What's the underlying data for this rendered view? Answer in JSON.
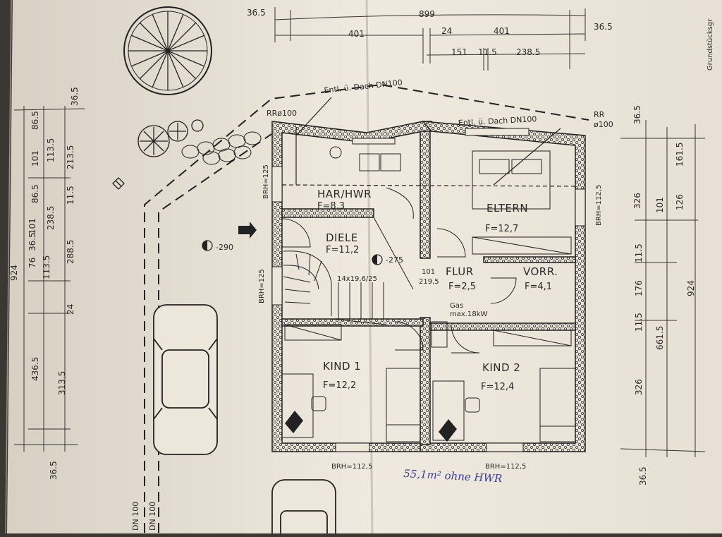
{
  "top_dims": {
    "overall_left": "36.5",
    "overall_total": "899",
    "overall_right": "36.5",
    "left_room": "401",
    "middle_wall": "24",
    "right_room": "401",
    "sub_a": "151",
    "sub_b": "11.5",
    "sub_c": "238.5"
  },
  "left_dims": {
    "total": "924",
    "t1": "36.5",
    "t2": "86.5",
    "t3": "101",
    "t4": "113.5",
    "t5": "213.5",
    "t6": "86.5",
    "t7": "101",
    "t8": "238.5",
    "t9": "11.5",
    "t10": "76",
    "t11": "36.5",
    "t12": "113.5",
    "t13": "288.5",
    "t14": "24",
    "t15": "436.5",
    "t16": "313.5",
    "t17": "36.5"
  },
  "right_dims": {
    "r1": "36.5",
    "r2": "161.5",
    "r3": "326",
    "r4": "101",
    "r5": "126",
    "r6": "11.5",
    "r7": "176",
    "r8": "11.5",
    "r9": "661.5",
    "r10": "924",
    "r11": "326",
    "r12": "36.5"
  },
  "rooms": {
    "har": {
      "name": "HAR/HWR",
      "area": "F=8,3"
    },
    "eltern": {
      "name": "ELTERN",
      "area": "F=12,7"
    },
    "diele": {
      "name": "DIELE",
      "area": "F=11,2"
    },
    "flur": {
      "name": "FLUR",
      "area": "F=2,5"
    },
    "vorr": {
      "name": "VORR.",
      "area": "F=4,1"
    },
    "kind1": {
      "name": "KIND 1",
      "area": "F=12,2"
    },
    "kind2": {
      "name": "KIND 2",
      "area": "F=12,4"
    }
  },
  "annotations": {
    "entl_left": "Entl. ü. Dach DN100",
    "entl_right": "Entl. ü. Dach DN100",
    "rr_left": "RRø100",
    "rr_right_a": "RR",
    "rr_right_b": "ø100",
    "brh_left_top": "BRH=125",
    "brh_left_mid": "BRH=125",
    "brh_right": "BRH=112,5",
    "brh_bottom_left": "BRH=112,5",
    "brh_bottom_right": "BRH=112,5",
    "level_outside": "-290",
    "level_inside": "-275",
    "stairs": "14x19,6/25",
    "door_a": "101",
    "door_b": "219,5",
    "gas_a": "Gas",
    "gas_b": "max.18kW",
    "dn_a": "DN 100",
    "dn_b": "DN 100",
    "side_text": "Grundstücksgr",
    "handwritten": "55,1m² ohne HWR"
  }
}
